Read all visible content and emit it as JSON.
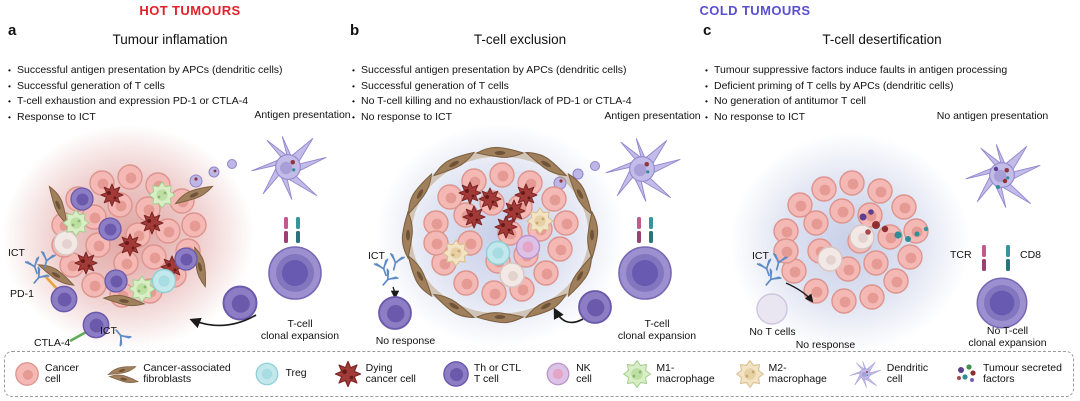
{
  "header": {
    "hot": "HOT TUMOURS",
    "cold": "COLD TUMOURS"
  },
  "panel_a": {
    "letter": "a",
    "title": "Tumour inflamation",
    "bullets": [
      "Successful antigen presentation by APCs (dendritic cells)",
      "Successful generation of T cells",
      "T-cell exhaustion and expression PD-1 or CTLA-4",
      "Response to ICT"
    ],
    "labels": {
      "antigen_presentation": "Antigen presentation",
      "ict_top": "ICT",
      "pd1": "PD-1",
      "ctla4": "CTLA-4",
      "ict_bottom": "ICT",
      "clonal_expansion": "T-cell\nclonal expansion"
    }
  },
  "panel_b": {
    "letter": "b",
    "title": "T-cell exclusion",
    "bullets": [
      "Successful antigen presentation by APCs (dendritic cells)",
      "Successful generation of T cells",
      "No T-cell killing and no exhaustion/lack of PD-1 or CTLA-4",
      "No response to ICT"
    ],
    "labels": {
      "antigen_presentation": "Antigen presentation",
      "ict": "ICT",
      "no_response": "No response",
      "clonal_expansion": "T-cell\nclonal expansion"
    }
  },
  "panel_c": {
    "letter": "c",
    "title": "T-cell desertification",
    "bullets": [
      "Tumour suppressive factors induce faults in antigen processing",
      "Deficient priming of T cells by APCs (dendritic cells)",
      "No generation of antitumor T cell",
      "No response to ICT"
    ],
    "labels": {
      "no_antigen_presentation": "No antigen presentation",
      "ict": "ICT",
      "no_t_cells": "No T cells",
      "no_response": "No response",
      "tcr": "TCR",
      "cd8": "CD8",
      "no_clonal_expansion": "No T-cell\nclonal expansion"
    }
  },
  "legend": {
    "items": [
      {
        "label": "Cancer cell",
        "icon": "cancer-cell"
      },
      {
        "label": "Cancer-associated fibroblasts",
        "icon": "fibroblasts"
      },
      {
        "label": "Treg",
        "icon": "treg"
      },
      {
        "label": "Dying cancer cell",
        "icon": "dying-cancer-cell"
      },
      {
        "label": "Th or CTL T cell",
        "icon": "t-cell"
      },
      {
        "label": "NK cell",
        "icon": "nk-cell"
      },
      {
        "label": "M1-macrophage",
        "icon": "m1-macrophage"
      },
      {
        "label": "M2-macrophage",
        "icon": "m2-macrophage"
      },
      {
        "label": "Dendritic cell",
        "icon": "dendritic-cell"
      },
      {
        "label": "Tumour secreted factors",
        "icon": "tumour-secreted-factors"
      }
    ]
  },
  "colors": {
    "hot_header": "#e3202a",
    "cold_header": "#5a50cf",
    "cancer_cell": "#f5b9b5",
    "dying_cell": "#a23a38",
    "t_cell": "#8d7dc4",
    "treg": "#c2e8ec",
    "nk_cell": "#dcc2e6",
    "m1_macrophage": "#d9edc6",
    "m2_macrophage": "#f2e3c4",
    "dendritic_cell": "#c3bce8",
    "fibroblast": "#a0805c",
    "antibody": "#5f8bc4"
  }
}
